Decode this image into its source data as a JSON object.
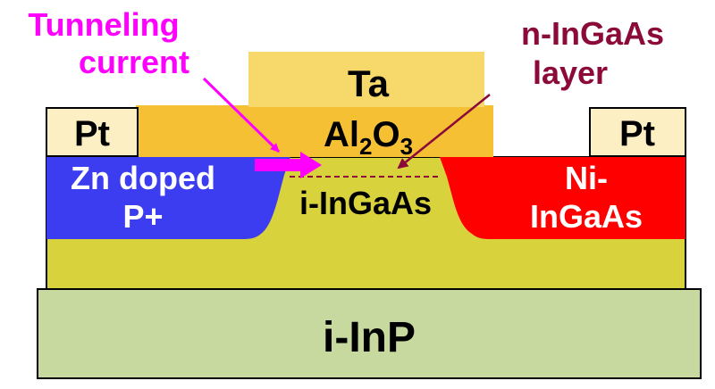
{
  "labels": {
    "tunneling_line1": "Tunneling",
    "tunneling_line2": "current",
    "ningaas_line1": "n-InGaAs",
    "ningaas_line2": "layer",
    "gate_metal": "Ta",
    "oxide_base1": "Al",
    "oxide_sub1": "2",
    "oxide_base2": "O",
    "oxide_sub2": "3",
    "contact_left": "Pt",
    "contact_right": "Pt",
    "source_line1": "Zn doped",
    "source_line2": "P+",
    "drain_line1": "Ni-",
    "drain_line2": "InGaAs",
    "channel": "i-InGaAs",
    "substrate": "i-InP"
  },
  "colors": {
    "tunneling_text": "#ff00ff",
    "ningaas_text": "#8b0a3a",
    "ta": "#f6d96a",
    "oxide": "#f5c033",
    "pt": "#fdefc4",
    "source": "#3c3cf0",
    "drain": "#ff0000",
    "channel": "#d8d23c",
    "substrate": "#c8d9a0",
    "arrow_magenta": "#ff00ff",
    "arrow_maroon": "#8b0a3a"
  }
}
